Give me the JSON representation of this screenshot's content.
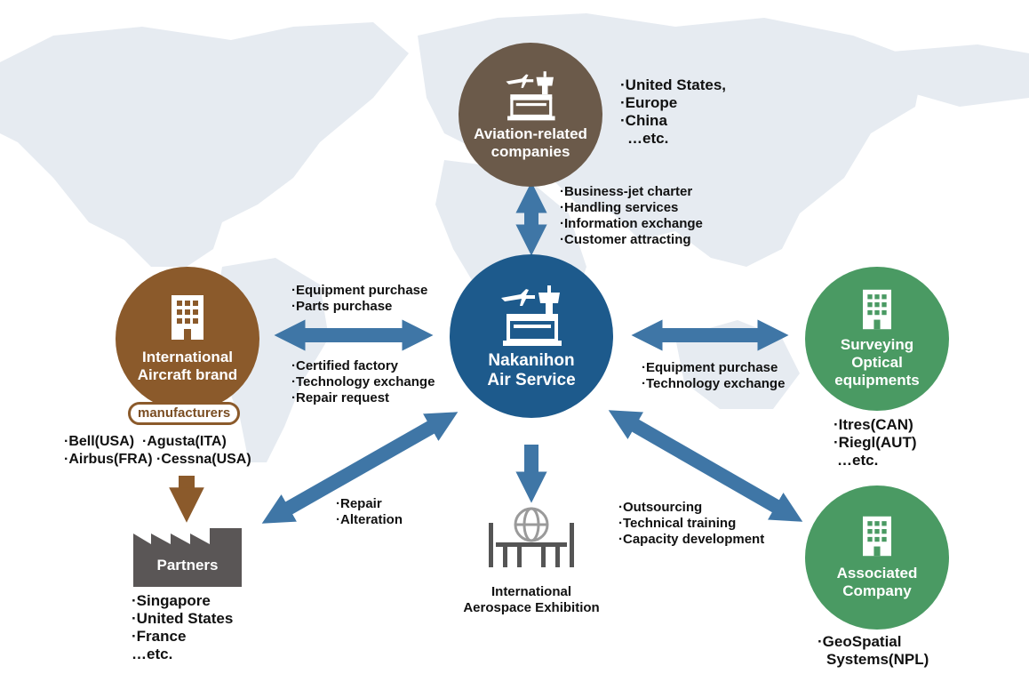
{
  "colors": {
    "center": "#1d5a8c",
    "aviation": "#6b5a4a",
    "brand": "#8b5a2b",
    "green": "#4a9a63",
    "partners": "#5a5656",
    "arrow": "#3f76a6",
    "brown_arrow": "#8b5a2b"
  },
  "center": {
    "label": "Nakanihon\nAir Service",
    "icon": "airport-tower-icon"
  },
  "aviation": {
    "label": "Aviation-related\ncompanies",
    "icon": "airport-tower-icon",
    "regions": [
      "United States,",
      "Europe",
      "China",
      "…etc."
    ]
  },
  "aviation_link": [
    "Business-jet charter",
    "Handling services",
    "Information exchange",
    "Customer attracting"
  ],
  "brand": {
    "label": "International\nAircraft brand",
    "tag": "manufacturers",
    "icon": "building-icon",
    "makers_row1": [
      "Bell(USA)",
      "Agusta(ITA)"
    ],
    "makers_row2": [
      "Airbus(FRA)",
      "Cessna(USA)"
    ]
  },
  "brand_link_top": [
    "Equipment purchase",
    "Parts purchase"
  ],
  "brand_link_bottom": [
    "Certified factory",
    "Technology exchange",
    "Repair request"
  ],
  "surveying": {
    "label": "Surveying\nOptical\nequipments",
    "icon": "building-icon",
    "items": [
      "Itres(CAN)",
      "Riegl(AUT)",
      "…etc."
    ]
  },
  "surveying_link": [
    "Equipment purchase",
    "Technology exchange"
  ],
  "associated": {
    "label": "Associated\nCompany",
    "icon": "building-icon",
    "items": [
      "GeoSpatial",
      "Systems(NPL)"
    ]
  },
  "associated_link": [
    "Outsourcing",
    "Technical training",
    "Capacity development"
  ],
  "partners": {
    "label": "Partners",
    "icon": "factory-icon",
    "items": [
      "Singapore",
      "United States",
      "France",
      "…etc."
    ]
  },
  "partners_link": [
    "Repair",
    "Alteration"
  ],
  "exhibition": {
    "label": "International\nAerospace Exhibition",
    "icon": "exhibition-hall-icon"
  }
}
